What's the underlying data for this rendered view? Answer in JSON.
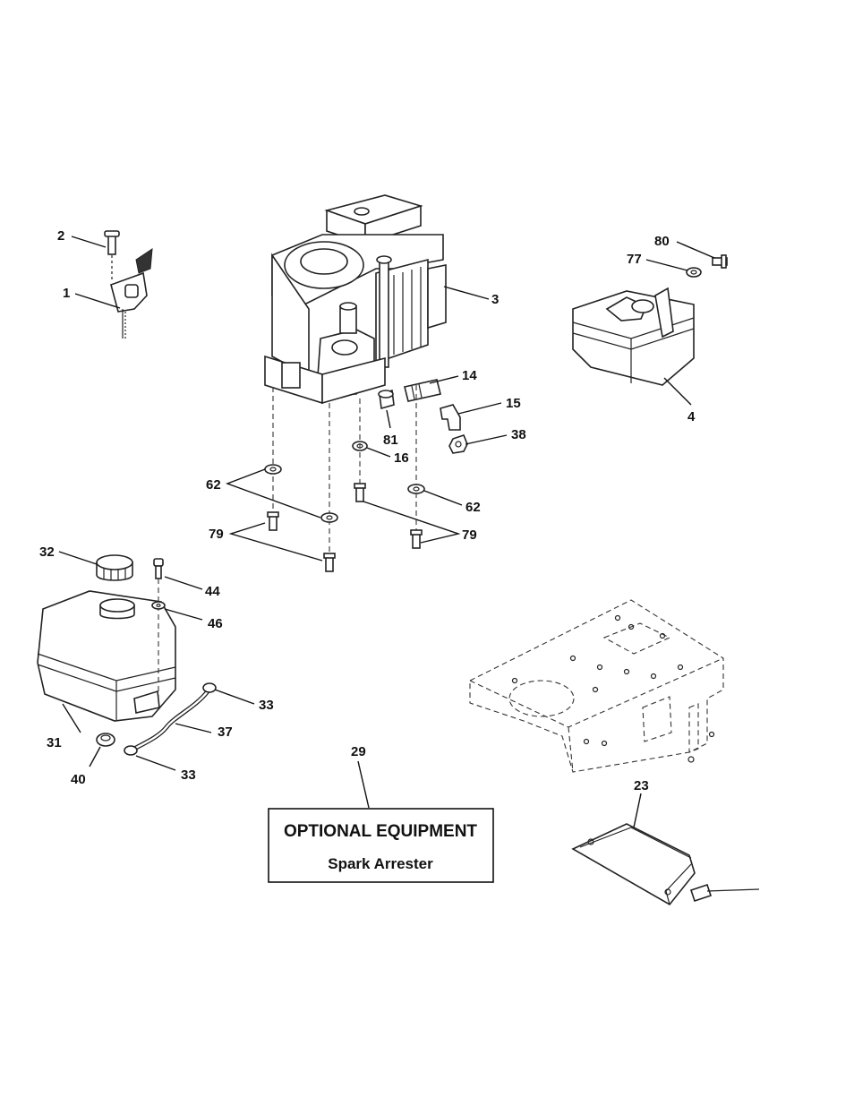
{
  "callouts": {
    "c1": "1",
    "c2": "2",
    "c3": "3",
    "c4": "4",
    "c14": "14",
    "c15": "15",
    "c16": "16",
    "c23": "23",
    "c29": "29",
    "c31": "31",
    "c32": "32",
    "c33a": "33",
    "c33b": "33",
    "c37": "37",
    "c38": "38",
    "c40": "40",
    "c44": "44",
    "c46": "46",
    "c62a": "62",
    "c62b": "62",
    "c77": "77",
    "c79a": "79",
    "c79b": "79",
    "c80": "80",
    "c81": "81"
  },
  "optional_box": {
    "title": "OPTIONAL EQUIPMENT",
    "subtitle": "Spark Arrester"
  }
}
